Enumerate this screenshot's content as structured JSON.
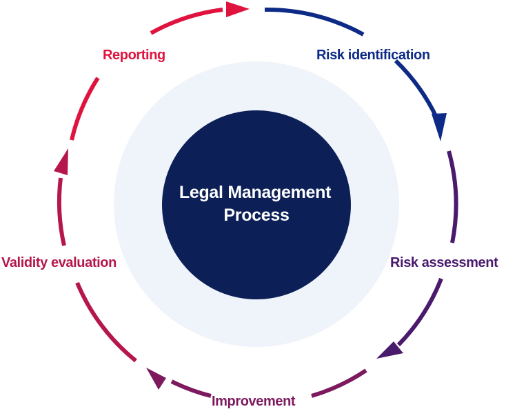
{
  "center": {
    "title_line1": "Legal Management",
    "title_line2": "Process",
    "inner_color": "#0c1f57",
    "halo_color": "#eff3fa"
  },
  "stages": [
    {
      "id": "risk-identification",
      "label": "Risk identification",
      "color": "#0d2a86"
    },
    {
      "id": "risk-assessment",
      "label": "Risk assessment",
      "color": "#4a1a6c"
    },
    {
      "id": "improvement",
      "label": "Improvement",
      "color": "#7d1a5e"
    },
    {
      "id": "validity-evaluation",
      "label": "Validity evaluation",
      "color": "#b5174a"
    },
    {
      "id": "reporting",
      "label": "Reporting",
      "color": "#e0133f"
    }
  ]
}
